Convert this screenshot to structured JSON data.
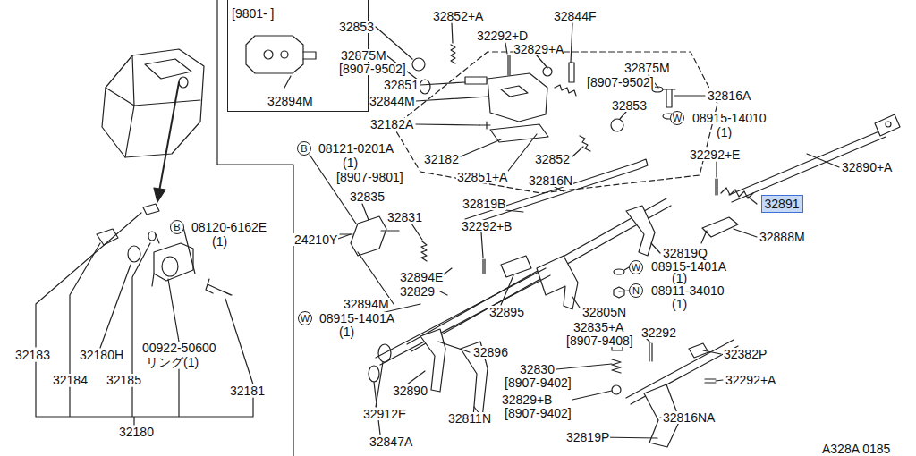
{
  "diagram": {
    "nodes": [
      {
        "text": [
          "[9801-    ]",
          "32894M"
        ]
      },
      {
        "text": [
          "32891"
        ]
      },
      {
        "text": [
          "B"
        ]
      },
      {
        "text": [
          "B"
        ]
      },
      {
        "text": [
          "W"
        ]
      },
      {
        "text": [
          "W"
        ]
      },
      {
        "text": [
          "N"
        ]
      },
      {
        "text": [
          "W"
        ]
      }
    ],
    "labels": [
      "32853",
      "32852+A",
      "32844F",
      "32292+D",
      "32875M",
      "32829+A",
      "[8907-9502]",
      "32875M",
      "[8907-9502]",
      "32851",
      "32816A",
      "32844M",
      "32853",
      "08915-14010",
      "(1)",
      "32182A",
      "08121-0201A",
      "32182",
      "32852",
      "32292+E",
      "(1)",
      "32890+A",
      "[8907-9801]",
      "32851+A",
      "32816N",
      "32835",
      "32819B",
      "32831",
      "32292+B",
      "08120-6162E",
      "(1)",
      "32888M",
      "24210Y",
      "32819Q",
      "08915-1401A",
      "32894E",
      "(1)",
      "08911-34010",
      "32829",
      "32894M",
      "(1)",
      "32895",
      "32805N",
      "08915-1401A",
      "32835+A",
      "(1)",
      "32292",
      "[8907-9408]",
      "00922-50600",
      "32896",
      "32382P",
      "32183",
      "32180H",
      "リング(1)",
      "32830",
      "32292+A",
      "32184",
      "32185",
      "[8907-9402]",
      "32181",
      "32890",
      "32829+B",
      "[8907-9402]",
      "32912E",
      "32811N",
      "32816NA",
      "32180",
      "32819P",
      "32847A",
      "A328A 0185"
    ]
  }
}
